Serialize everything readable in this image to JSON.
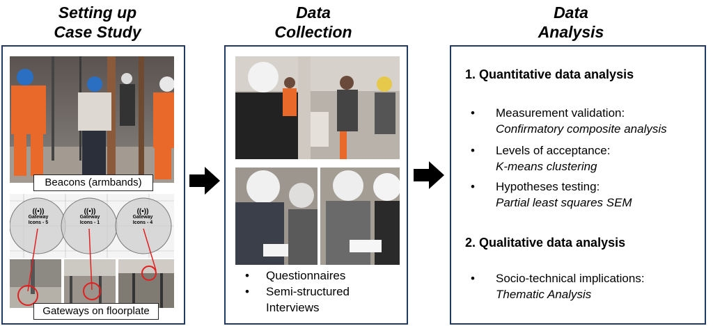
{
  "titles": {
    "setup": [
      "Setting up",
      "Case Study"
    ],
    "collection": [
      "Data",
      "Collection"
    ],
    "analysis": [
      "Data",
      "Analysis"
    ]
  },
  "setup_panel": {
    "beacons_label": "Beacons (armbands)",
    "gateways_label": "Gateways on floorplate",
    "gateway_icons": [
      {
        "line1": "Gateway",
        "line2": "Icons - 5"
      },
      {
        "line1": "Gateway",
        "line2": "Icons - 1"
      },
      {
        "line1": "Gateway",
        "line2": "Icons - 4"
      }
    ]
  },
  "collection_panel": {
    "bullets": [
      "Questionnaires",
      "Semi-structured",
      "Interviews"
    ]
  },
  "analysis_panel": {
    "quant_heading": "1. Quantitative data analysis",
    "quant_items": [
      {
        "text": "Measurement validation:",
        "method": "Confirmatory composite analysis"
      },
      {
        "text": "Levels of acceptance:",
        "method": "K-means clustering"
      },
      {
        "text": "Hypotheses testing:",
        "method": "Partial least squares SEM"
      }
    ],
    "qual_heading": "2. Qualitative data analysis",
    "qual_items": [
      {
        "text": "Socio-technical implications:",
        "method": "Thematic Analysis"
      }
    ]
  },
  "colors": {
    "panel_border": "#1f3864",
    "arrow": "#000000",
    "highlight_circle": "#e02020",
    "vest_orange": "#e8692a"
  }
}
